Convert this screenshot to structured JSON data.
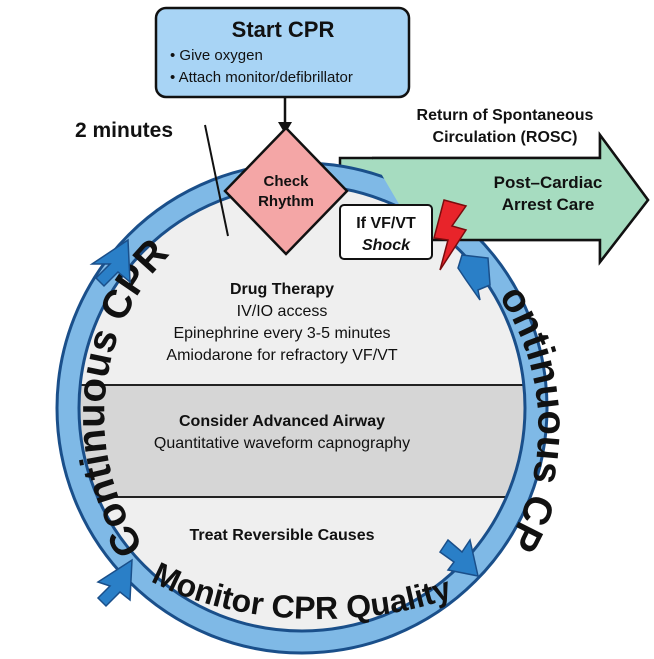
{
  "start": {
    "title": "Start CPR",
    "items": [
      "• Give oxygen",
      "• Attach monitor/defibrillator"
    ]
  },
  "two_minutes": "2 minutes",
  "check_rhythm": [
    "Check",
    "Rhythm"
  ],
  "shock": {
    "line1": "If VF/VT",
    "line2": "Shock"
  },
  "rosc": {
    "label": [
      "Return of Spontaneous",
      "Circulation (ROSC)"
    ],
    "arrow_text": [
      "Post–Cardiac",
      "Arrest Care"
    ]
  },
  "ring": {
    "left": "Continuous CPR",
    "right": "Continuous CPR",
    "bottom": "Monitor CPR Quality"
  },
  "drug": {
    "title": "Drug Therapy",
    "lines": [
      "IV/IO access",
      "Epinephrine every 3-5 minutes",
      "Amiodarone for refractory VF/VT"
    ]
  },
  "airway": {
    "title": "Consider Advanced Airway",
    "line": "Quantitative waveform capnography"
  },
  "causes": {
    "title": "Treat Reversible Causes"
  },
  "colors": {
    "ring": "#7fb9e6",
    "ring_stroke": "#1a4f8a",
    "arrow_blue": "#2a7fc7",
    "start_box": "#a8d4f5",
    "diamond": "#f4a6a6",
    "rosc_arrow": "#a6dcc0",
    "band_light": "#efefef",
    "band_mid": "#d6d6d6",
    "bolt": "#e8242a"
  }
}
